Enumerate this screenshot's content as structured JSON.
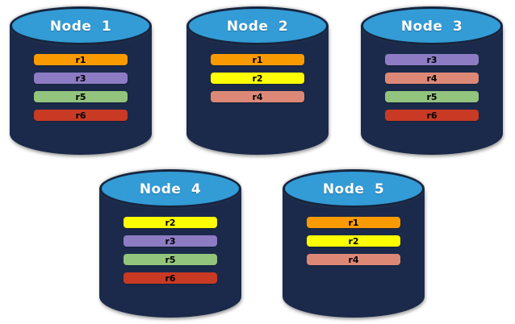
{
  "background": "#FFFFFF",
  "cylinder": {
    "top_color": "#339BD5",
    "body_color": "#1B2A4A",
    "outline_color": "#16253F",
    "title_text_color": "#FFFFFF",
    "bar_text_color": "#000000"
  },
  "palette": {
    "r1": "#F99B00",
    "r2": "#FFFF00",
    "r3": "#8D7CC4",
    "r4": "#DD8877",
    "r5": "#93C47D",
    "r6": "#C93A24"
  },
  "nodes": [
    {
      "name": "Node 1",
      "bars": [
        {
          "label": "r1",
          "color": "#F99B00"
        },
        {
          "label": "r3",
          "color": "#8D7CC4"
        },
        {
          "label": "r5",
          "color": "#93C47D"
        },
        {
          "label": "r6",
          "color": "#C93A24"
        }
      ]
    },
    {
      "name": "Node 2",
      "bars": [
        {
          "label": "r1",
          "color": "#F99B00"
        },
        {
          "label": "r2",
          "color": "#FFFF00"
        },
        {
          "label": "r4",
          "color": "#DD8877"
        }
      ]
    },
    {
      "name": "Node 3",
      "bars": [
        {
          "label": "r3",
          "color": "#8D7CC4"
        },
        {
          "label": "r4",
          "color": "#DD8877"
        },
        {
          "label": "r5",
          "color": "#93C47D"
        },
        {
          "label": "r6",
          "color": "#C93A24"
        }
      ]
    },
    {
      "name": "Node 4",
      "bars": [
        {
          "label": "r2",
          "color": "#FFFF00"
        },
        {
          "label": "r3",
          "color": "#8D7CC4"
        },
        {
          "label": "r5",
          "color": "#93C47D"
        },
        {
          "label": "r6",
          "color": "#C93A24"
        }
      ]
    },
    {
      "name": "Node 5",
      "bars": [
        {
          "label": "r1",
          "color": "#F99B00"
        },
        {
          "label": "r2",
          "color": "#FFFF00"
        },
        {
          "label": "r4",
          "color": "#DD8877"
        }
      ]
    }
  ]
}
